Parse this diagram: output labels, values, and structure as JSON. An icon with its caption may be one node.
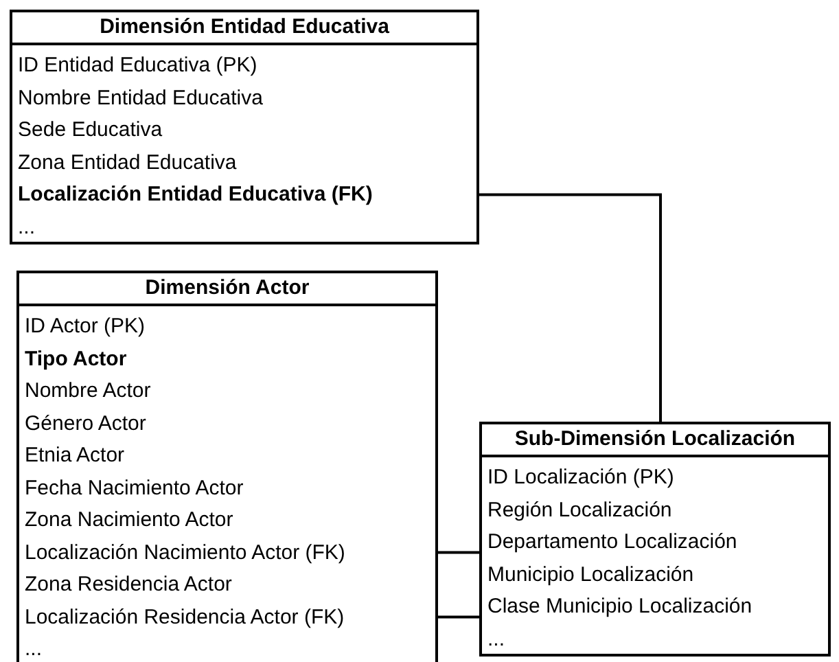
{
  "diagram": {
    "nodes": [
      {
        "text": [
          "Dimensión Entidad Educativa",
          "ID Entidad Educativa (PK)",
          "Nombre Entidad Educativa",
          "Sede Educativa",
          "Zona Entidad Educativa",
          "**Localización Entidad Educativa (FK)**",
          "..."
        ]
      },
      {
        "text": [
          "Dimensión Actor",
          "ID Actor (PK)",
          "**Tipo Actor**",
          "Nombre Actor",
          "Género Actor",
          "Etnia Actor",
          "Fecha Nacimiento Actor",
          "Zona Nacimiento Actor",
          "Localización Nacimiento Actor (FK)",
          "Zona Residencia Actor",
          "Localización Residencia Actor (FK)",
          "..."
        ]
      },
      {
        "text": [
          "Sub-Dimensión Localización",
          "ID Localización (PK)",
          "Región Localización",
          "Departamento Localización",
          "Municipio Localización",
          "Clase  Municipio Localización",
          "..."
        ]
      }
    ],
    "edges": [
      {
        "from": 0,
        "to": 2,
        "arrow": "none"
      },
      {
        "from": 1,
        "to": 2,
        "arrow": "none"
      },
      {
        "from": 1,
        "to": 2,
        "arrow": "none"
      }
    ]
  }
}
